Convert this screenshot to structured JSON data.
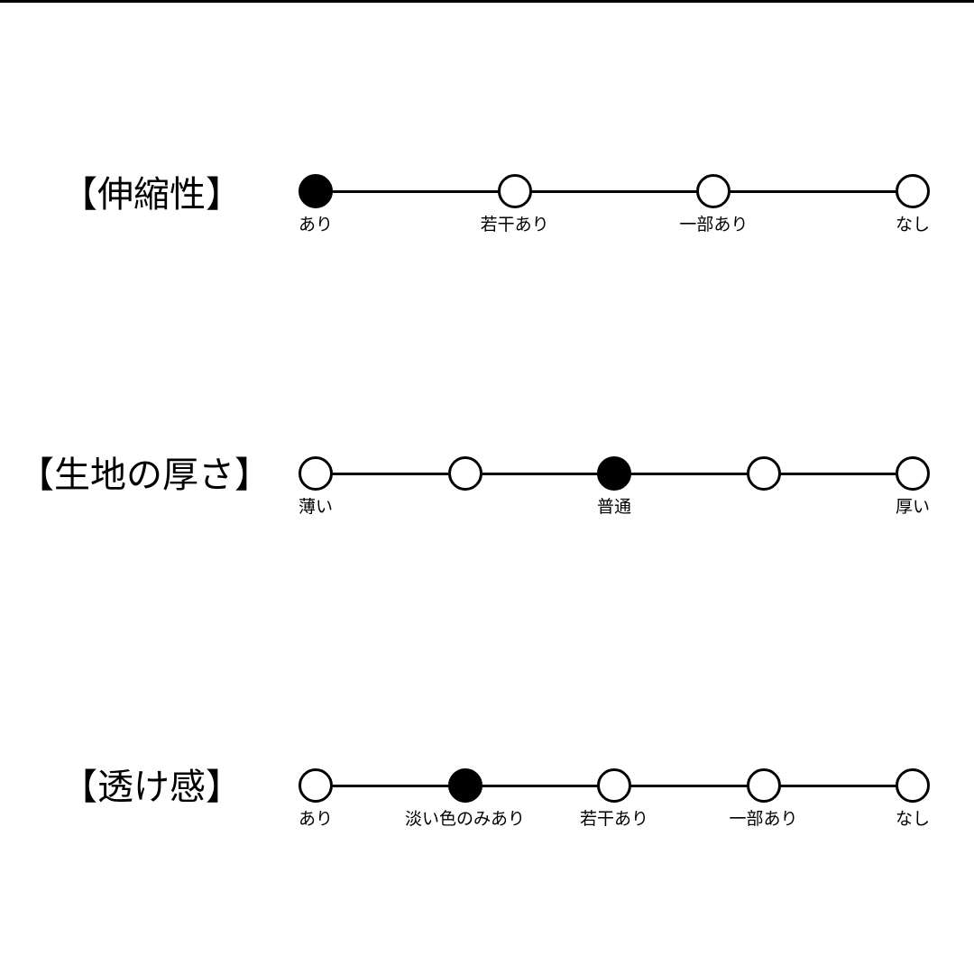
{
  "scales": [
    {
      "title": "【伸縮性】",
      "positions": 4,
      "selected_index": 0,
      "labels": [
        {
          "index": 0,
          "text": "あり"
        },
        {
          "index": 1,
          "text": "若干あり"
        },
        {
          "index": 2,
          "text": "一部あり"
        },
        {
          "index": 3,
          "text": "なし"
        }
      ]
    },
    {
      "title": "【生地の厚さ】",
      "positions": 5,
      "selected_index": 2,
      "labels": [
        {
          "index": 0,
          "text": "薄い"
        },
        {
          "index": 2,
          "text": "普通"
        },
        {
          "index": 4,
          "text": "厚い"
        }
      ]
    },
    {
      "title": "【透け感】",
      "positions": 5,
      "selected_index": 1,
      "labels": [
        {
          "index": 0,
          "text": "あり"
        },
        {
          "index": 1,
          "text": "淡い色のみあり"
        },
        {
          "index": 2,
          "text": "若干あり"
        },
        {
          "index": 3,
          "text": "一部あり"
        },
        {
          "index": 4,
          "text": "なし"
        }
      ]
    }
  ]
}
